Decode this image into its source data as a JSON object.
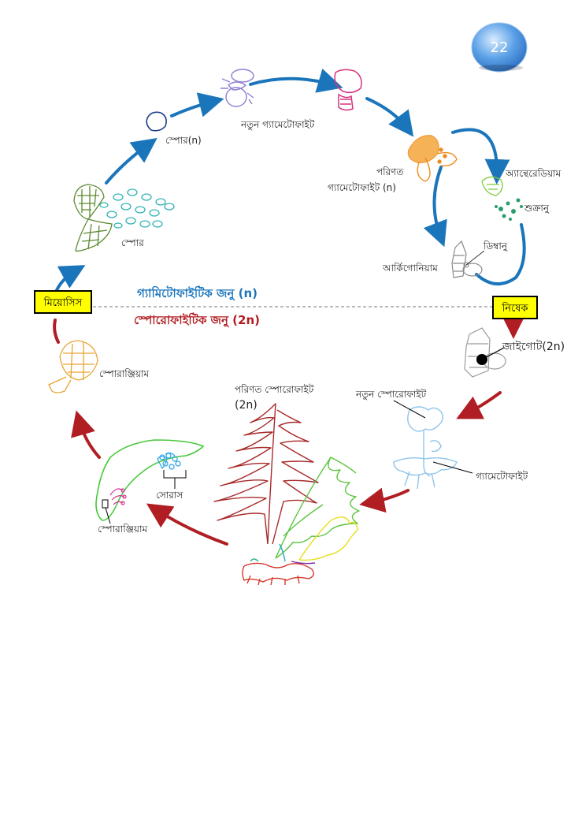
{
  "page_number": "22",
  "colors": {
    "gametophyte_arrow": "#1b75bb",
    "sporophyte_arrow": "#b01e23",
    "label_box_fill": "#ffff00",
    "badge": "#5aa0e6"
  },
  "labels": {
    "spore_n": "স্পোর(n)",
    "new_gametophyte": "নতুন গ্যামেটোফাইট",
    "mature_gametophyte_1": "পরিণত",
    "mature_gametophyte_2": "গ্যামেটোফাইট (n)",
    "antheridium": "অ্যান্থেরেডিয়াম",
    "sperm": "শুক্রানু",
    "egg": "ডিম্বানু",
    "archegonium": "আর্কিগোনিয়াম",
    "spore": "স্পোর",
    "zygote": "জাইগোট(2n)",
    "sporangium_top": "স্পোরাঞ্জিয়াম",
    "mature_sporophyte_1": "পরিণত স্পোরোফাইট",
    "mature_sporophyte_2": "(2n)",
    "new_sporophyte": "নতুন স্পোরোফাইট",
    "gametophyte": "গ্যামেটোফাইট",
    "sorus": "সোরাস",
    "sporangium_bottom": "স্পোরাঞ্জিয়াম"
  },
  "generations": {
    "gametophytic": "গ্যামিটোফাইটিক জনু (n)",
    "sporophytic": "স্পোরোফাইটিক জনু (2n)"
  },
  "boxes": {
    "meiosis": "মিয়োসিস",
    "fertilization": "নিষেক"
  }
}
